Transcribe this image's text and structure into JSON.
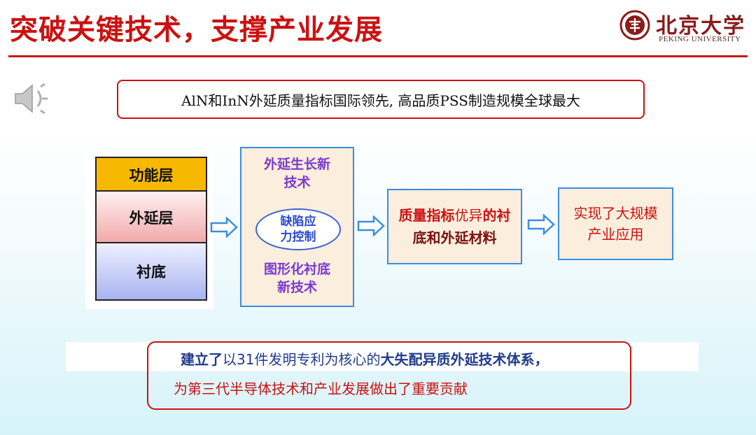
{
  "slide": {
    "title": "突破关键技术，支撑产业发展"
  },
  "logo": {
    "name_cn": "北京大学",
    "name_en": "PEKING UNIVERSITY",
    "icon": "peking-university-seal-icon"
  },
  "audio": {
    "icon": "speaker-icon"
  },
  "headline": "AlN和InN外延质量指标国际领先, 高品质PSS制造规模全球最大",
  "layers": {
    "functional": "功能层",
    "epitaxial": "外延层",
    "substrate": "衬底"
  },
  "tech": {
    "top": [
      "外延生长新",
      "技术"
    ],
    "center": [
      "缺陷应",
      "力控制"
    ],
    "bottom": [
      "图形化衬底",
      "新技术"
    ]
  },
  "quality": {
    "part1": "质量指标",
    "part2": "优异",
    "part3": "的衬",
    "line2": "底和外延材料"
  },
  "application": [
    "实现了大规模",
    "产业应用"
  ],
  "summary": {
    "l1_a": "建立了",
    "l1_b": "以31件发明专利为核心的",
    "l1_c": "大失配异质外延技术体系",
    "l1_d": "，",
    "line2": "为第三代半导体技术和产业发展做出了重要贡献"
  },
  "colors": {
    "title_red": "#cc1111",
    "functional_layer": "#f6b800",
    "box_border_blue": "#3a8ee0",
    "box_fill": "#fbeedd",
    "purple_text": "#7a3ad0",
    "summary_blue": "#1e3c8c"
  }
}
